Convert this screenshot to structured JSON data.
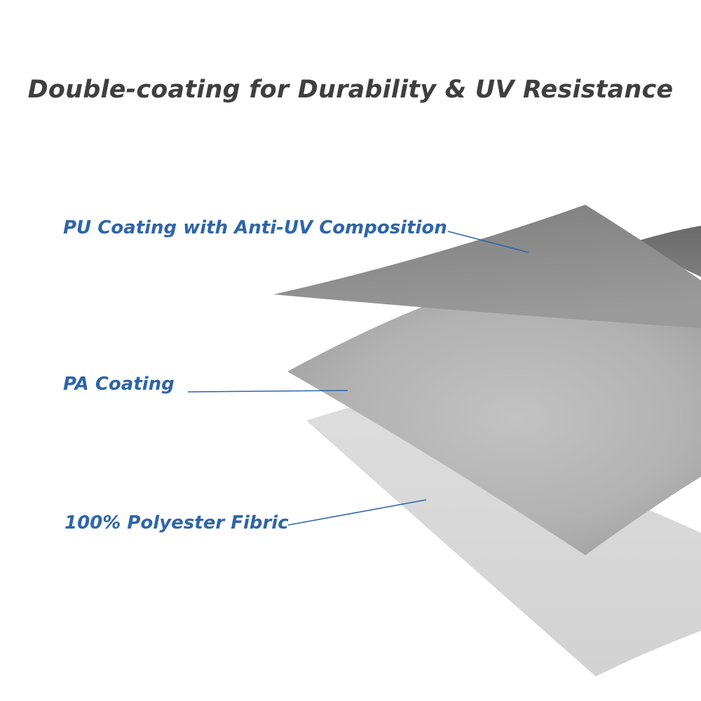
{
  "title": "Double-coating for Durability & UV Resistance",
  "layers": [
    {
      "id": "pu",
      "label": "PU Coating with Anti-UV Composition"
    },
    {
      "id": "pa",
      "label": "PA Coating"
    },
    {
      "id": "fabric",
      "label": "100% Polyester Fibric"
    }
  ],
  "colors": {
    "title": "#3f3f3f",
    "label": "#2f65a8",
    "leader_line": "#2f65a8",
    "pu_layer": "#8c8c8c",
    "pa_layer": "#b3b3b3",
    "fabric_layer": "#dadada"
  }
}
